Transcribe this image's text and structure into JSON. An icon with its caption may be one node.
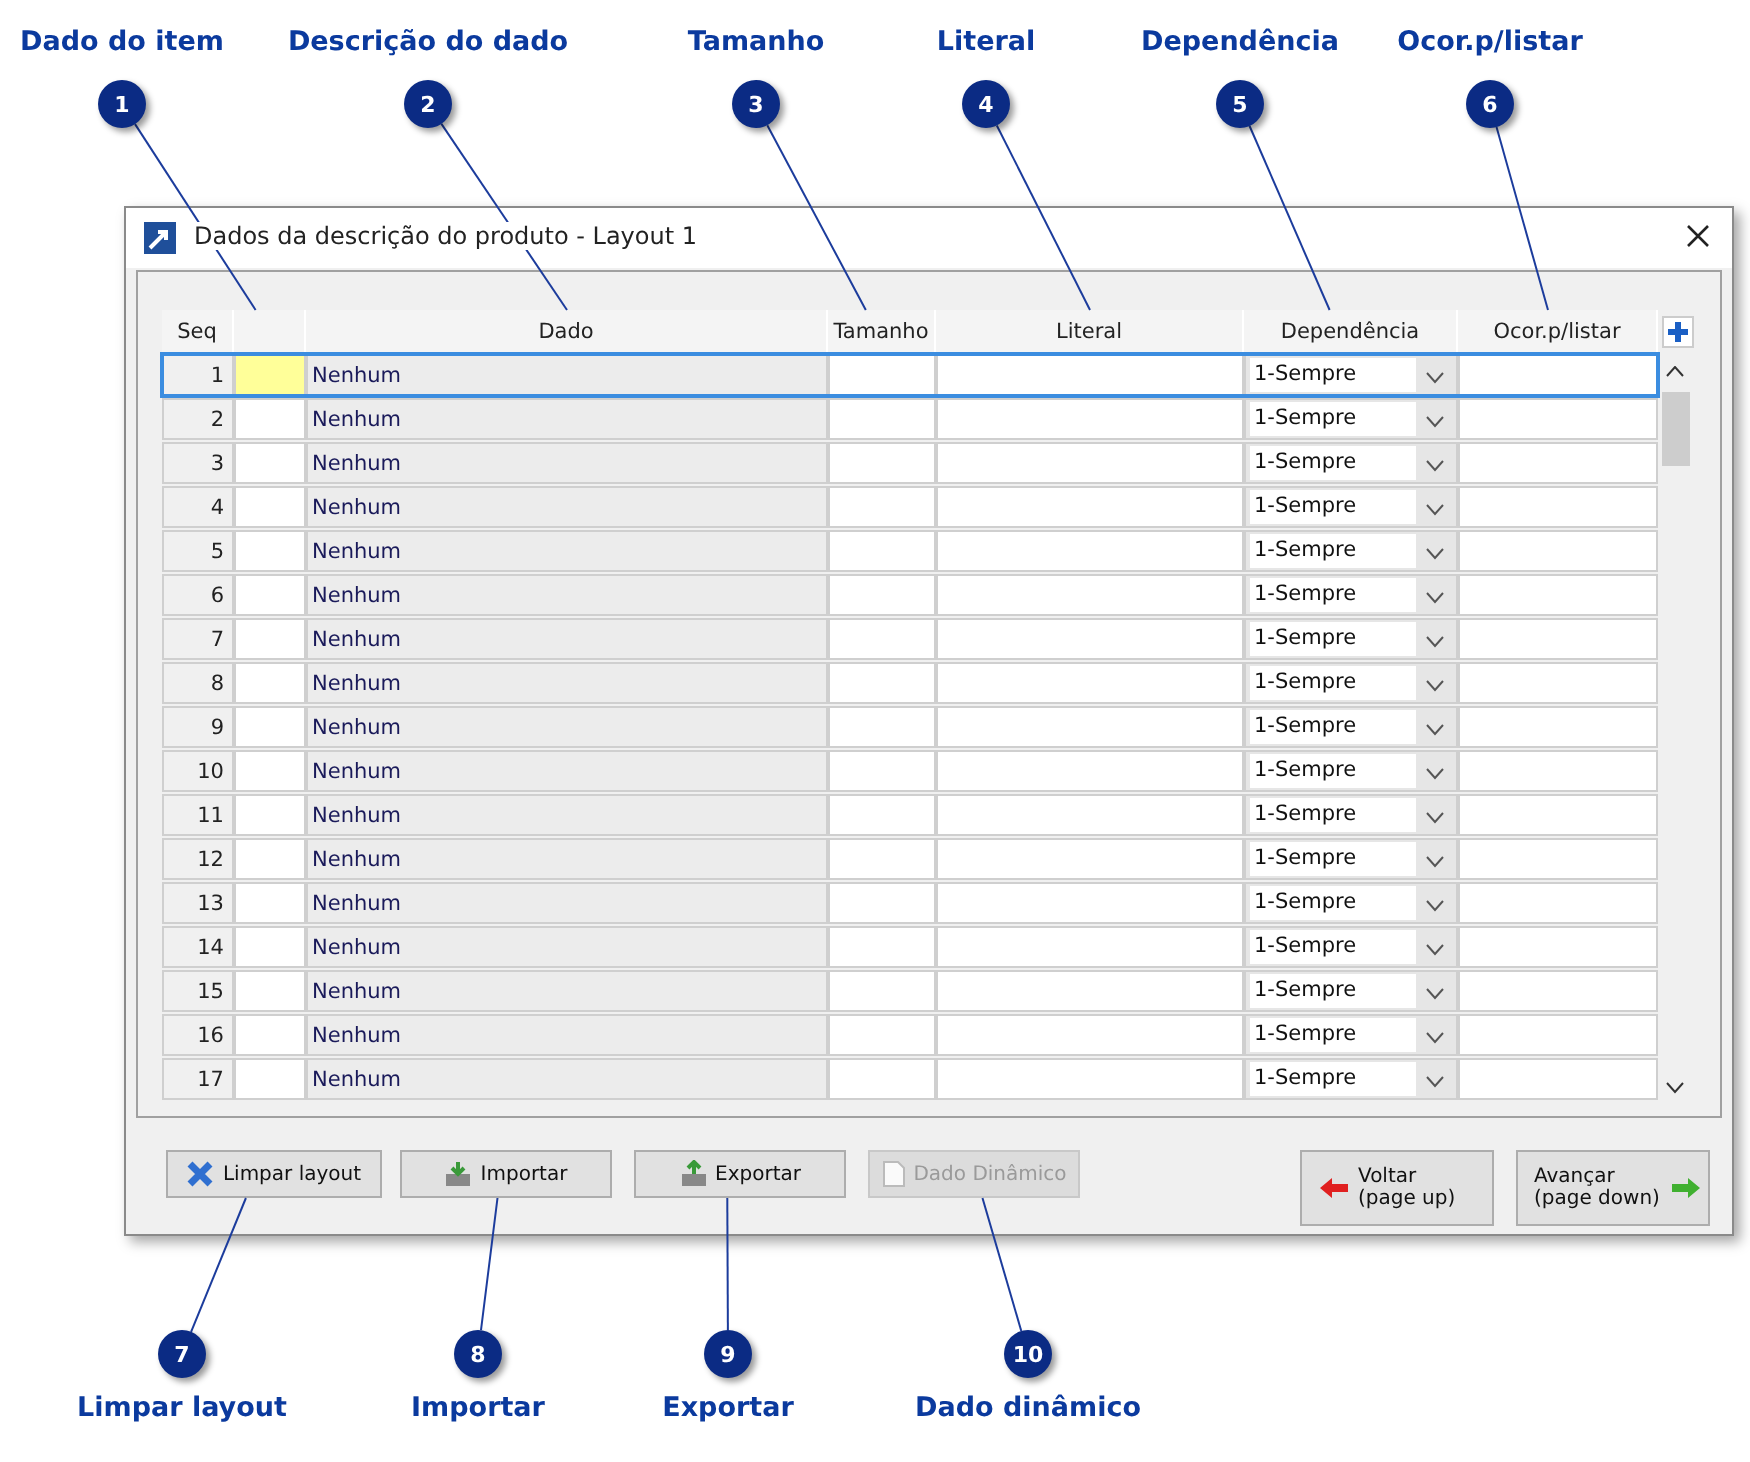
{
  "diagram": {
    "nodes": [
      {
        "text": [
          "1"
        ],
        "beside": [
          "Dado do item"
        ]
      },
      {
        "text": [
          "2"
        ],
        "beside": [
          "Descrição do dado"
        ]
      },
      {
        "text": [
          "3"
        ],
        "beside": [
          "Tamanho"
        ]
      },
      {
        "text": [
          "4"
        ],
        "beside": [
          "Literal"
        ]
      },
      {
        "text": [
          "5"
        ],
        "beside": [
          "Dependência"
        ]
      },
      {
        "text": [
          "6"
        ],
        "beside": [
          "Ocor.p/listar"
        ]
      },
      {
        "text": [
          "7"
        ],
        "beside": [
          "Limpar layout"
        ]
      },
      {
        "text": [
          "8"
        ],
        "beside": [
          "Importar"
        ]
      },
      {
        "text": [
          "9"
        ],
        "beside": [
          "Exportar"
        ]
      },
      {
        "text": [
          "10"
        ],
        "beside": [
          "Dado dinâmico"
        ]
      },
      {
        "text": [],
        "shape": "box"
      },
      {
        "text": [
          "Dado"
        ]
      },
      {
        "text": [
          "Tamanho"
        ]
      },
      {
        "text": [
          "Literal"
        ]
      },
      {
        "text": [
          "Dependência"
        ]
      },
      {
        "text": [
          "Ocor.p/listar"
        ]
      },
      {
        "text": [
          "Limpar layout"
        ]
      },
      {
        "text": [
          "Importar"
        ]
      },
      {
        "text": [
          "Exportar"
        ]
      },
      {
        "text": [
          "Dado Dinâmico"
        ]
      },
      {
        "text": [
          "Seq"
        ]
      }
    ],
    "edges": [
      {
        "from": 0,
        "to": 10,
        "arrow": "none"
      },
      {
        "from": 1,
        "to": 11,
        "arrow": "none"
      },
      {
        "from": 2,
        "to": 12,
        "arrow": "none"
      },
      {
        "from": 3,
        "to": 13,
        "arrow": "none"
      },
      {
        "from": 4,
        "to": 14,
        "arrow": "none"
      },
      {
        "from": 5,
        "to": 15,
        "arrow": "none"
      },
      {
        "from": 6,
        "to": 16,
        "arrow": "none"
      },
      {
        "from": 7,
        "to": 17,
        "arrow": "none"
      },
      {
        "from": 8,
        "to": 18,
        "arrow": "none"
      },
      {
        "from": 9,
        "to": 19,
        "arrow": "none"
      }
    ],
    "labels": [
      "Dados da descrição do produto - Layout 1",
      "1",
      "Nenhum",
      "1-Sempre",
      "2",
      "Nenhum",
      "1-Sempre",
      "3",
      "Nenhum",
      "1-Sempre",
      "4",
      "Nenhum",
      "1-Sempre",
      "5",
      "Nenhum",
      "1-Sempre",
      "6",
      "Nenhum",
      "1-Sempre",
      "7",
      "Nenhum",
      "1-Sempre",
      "8",
      "Nenhum",
      "1-Sempre",
      "9",
      "Nenhum",
      "1-Sempre",
      "10",
      "Nenhum",
      "1-Sempre",
      "11",
      "Nenhum",
      "1-Sempre",
      "12",
      "Nenhum",
      "1-Sempre",
      "13",
      "Nenhum",
      "1-Sempre",
      "14",
      "Nenhum",
      "1-Sempre",
      "15",
      "Nenhum",
      "1-Sempre",
      "16",
      "Nenhum",
      "1-Sempre",
      "17",
      "Nenhum",
      "1-Sempre",
      "Voltar (page up)",
      "Avançar (page down)"
    ]
  }
}
